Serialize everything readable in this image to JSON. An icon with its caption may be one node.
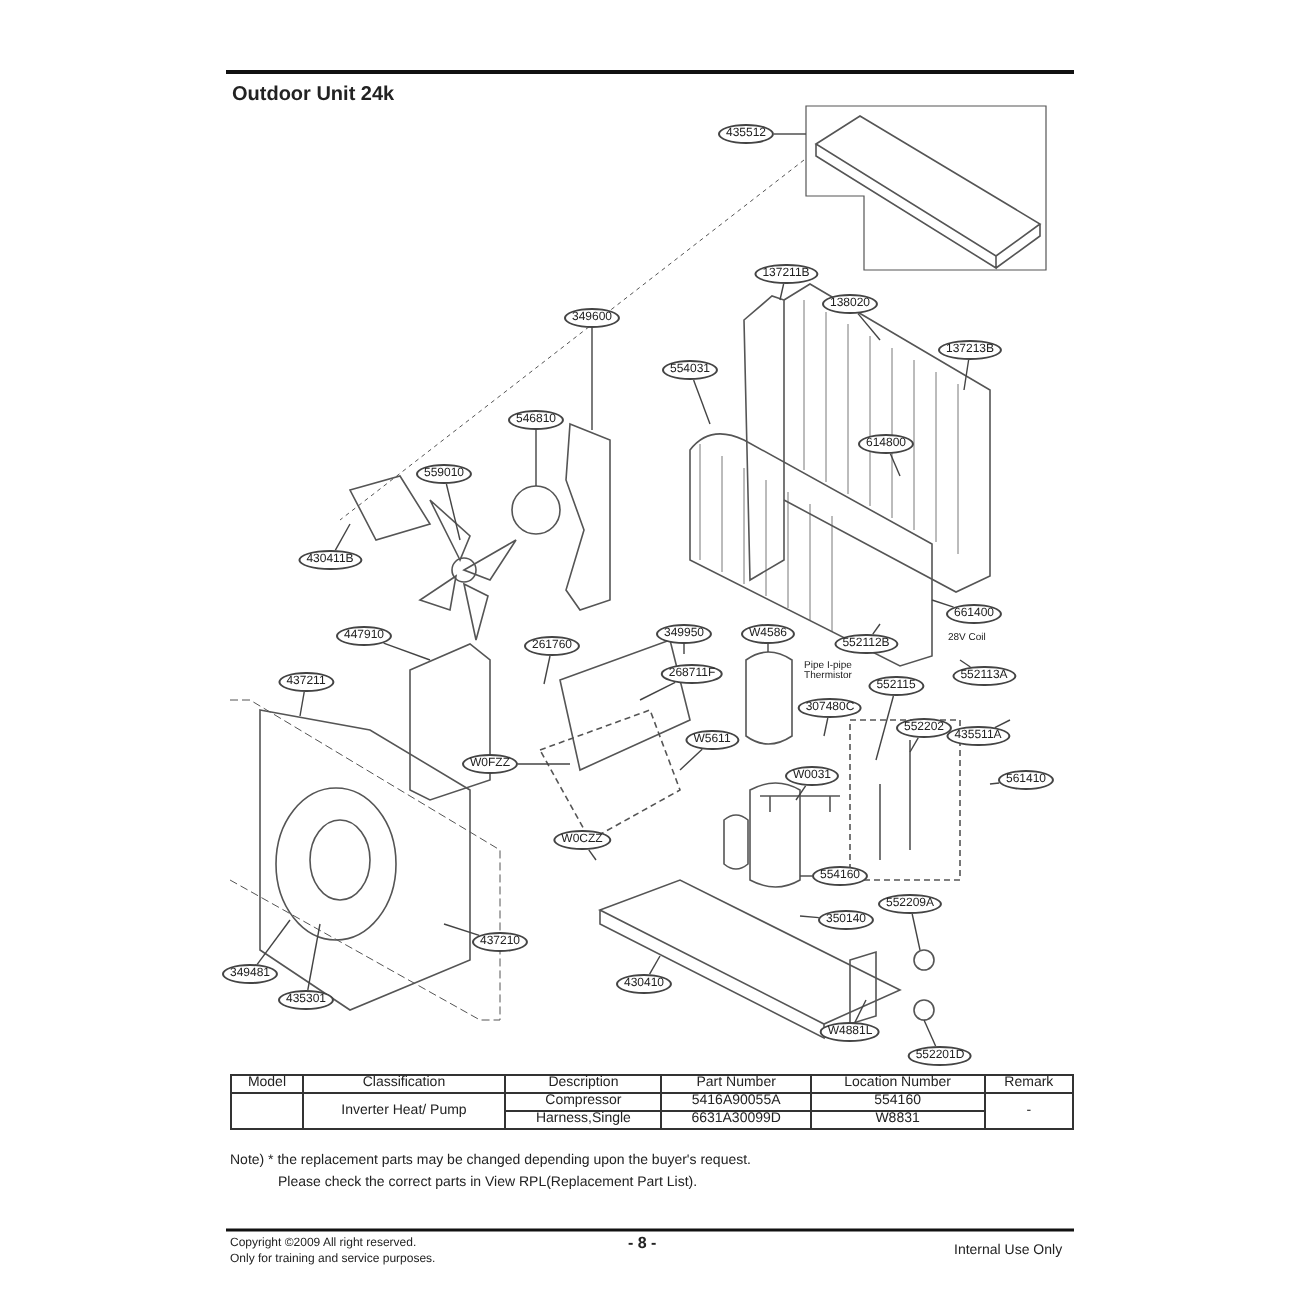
{
  "diagram": {
    "title": "Outdoor Unit 24k",
    "nodes": [
      {
        "text": [
          "435512"
        ]
      },
      {
        "text": [
          "137211B"
        ]
      },
      {
        "text": [
          "138020"
        ]
      },
      {
        "text": [
          "137213B"
        ]
      },
      {
        "text": [
          "349600"
        ]
      },
      {
        "text": [
          "554031"
        ]
      },
      {
        "text": [
          "546810"
        ]
      },
      {
        "text": [
          "559010"
        ]
      },
      {
        "text": [
          "430411B"
        ]
      },
      {
        "text": [
          "614800"
        ]
      },
      {
        "text": [
          "447910"
        ]
      },
      {
        "text": [
          "349950"
        ]
      },
      {
        "text": [
          "W4586"
        ]
      },
      {
        "text": [
          "261760"
        ]
      },
      {
        "text": [
          "552112B"
        ]
      },
      {
        "text": [
          "661400"
        ]
      },
      {
        "text": [
          "552113A"
        ]
      },
      {
        "text": [
          "437211"
        ]
      },
      {
        "text": [
          "268711F"
        ]
      },
      {
        "text": [
          "552115"
        ]
      },
      {
        "text": [
          "307480C"
        ]
      },
      {
        "text": [
          "552202"
        ]
      },
      {
        "text": [
          "435511A"
        ]
      },
      {
        "text": [
          "W5611"
        ]
      },
      {
        "text": [
          "W0FZZ"
        ]
      },
      {
        "text": [
          "W0031"
        ]
      },
      {
        "text": [
          "561410"
        ]
      },
      {
        "text": [
          "W0CZZ"
        ]
      },
      {
        "text": [
          "554160"
        ]
      },
      {
        "text": [
          "350140"
        ]
      },
      {
        "text": [
          "437210"
        ]
      },
      {
        "text": [
          "349481"
        ]
      },
      {
        "text": [
          "435301"
        ]
      },
      {
        "text": [
          "430410"
        ]
      },
      {
        "text": [
          "552209A"
        ]
      },
      {
        "text": [
          "W4881L"
        ]
      },
      {
        "text": [
          "552201D"
        ]
      }
    ],
    "edges": [
      {
        "from": 0,
        "to": null,
        "arrow": "none"
      },
      {
        "from": 1,
        "to": null,
        "arrow": "none"
      },
      {
        "from": 2,
        "to": null,
        "arrow": "none"
      },
      {
        "from": 3,
        "to": null,
        "arrow": "none"
      },
      {
        "from": 4,
        "to": null,
        "arrow": "none"
      },
      {
        "from": 5,
        "to": null,
        "arrow": "none"
      },
      {
        "from": 6,
        "to": null,
        "arrow": "none"
      },
      {
        "from": 7,
        "to": null,
        "arrow": "none"
      },
      {
        "from": 8,
        "to": null,
        "arrow": "none"
      },
      {
        "from": 9,
        "to": null,
        "arrow": "none"
      },
      {
        "from": 10,
        "to": null,
        "arrow": "none"
      },
      {
        "from": 11,
        "to": null,
        "arrow": "none"
      },
      {
        "from": 12,
        "to": null,
        "arrow": "none"
      },
      {
        "from": 13,
        "to": null,
        "arrow": "none"
      },
      {
        "from": 14,
        "to": null,
        "arrow": "none"
      },
      {
        "from": 15,
        "to": null,
        "arrow": "none"
      },
      {
        "from": 16,
        "to": null,
        "arrow": "none"
      },
      {
        "from": 17,
        "to": null,
        "arrow": "none"
      },
      {
        "from": 18,
        "to": null,
        "arrow": "none"
      },
      {
        "from": 19,
        "to": null,
        "arrow": "none"
      },
      {
        "from": 20,
        "to": null,
        "arrow": "none"
      },
      {
        "from": 21,
        "to": null,
        "arrow": "none"
      },
      {
        "from": 22,
        "to": null,
        "arrow": "none"
      },
      {
        "from": 23,
        "to": null,
        "arrow": "none"
      },
      {
        "from": 24,
        "to": null,
        "arrow": "none"
      },
      {
        "from": 25,
        "to": null,
        "arrow": "none"
      },
      {
        "from": 26,
        "to": null,
        "arrow": "none"
      },
      {
        "from": 27,
        "to": null,
        "arrow": "none"
      },
      {
        "from": 28,
        "to": null,
        "arrow": "none"
      },
      {
        "from": 29,
        "to": null,
        "arrow": "none"
      },
      {
        "from": 30,
        "to": null,
        "arrow": "none"
      },
      {
        "from": 31,
        "to": null,
        "arrow": "none"
      },
      {
        "from": 32,
        "to": null,
        "arrow": "none"
      },
      {
        "from": 33,
        "to": null,
        "arrow": "none"
      },
      {
        "from": 34,
        "to": null,
        "arrow": "none"
      },
      {
        "from": 35,
        "to": null,
        "arrow": "none"
      },
      {
        "from": 36,
        "to": null,
        "arrow": "none"
      }
    ],
    "labels": [
      "Pipe I-pipe Thermistor",
      "28V Coil",
      "Model",
      "Classification",
      "Description",
      "Part Number",
      "Location Number",
      "Remark",
      "Inverter Heat/ Pump",
      "Compressor",
      "5416A90055A",
      "554160",
      "-",
      "Harness,Single",
      "6631A30099D",
      "W8831",
      "Note) * the replacement parts may be changed depending upon the buyer's request.",
      "Please check the correct parts in View RPL(Replacement Part List).",
      "Copyright ©2009 All right reserved.",
      "Only for training and service purposes.",
      "- 8 -",
      "Internal Use Only"
    ]
  }
}
